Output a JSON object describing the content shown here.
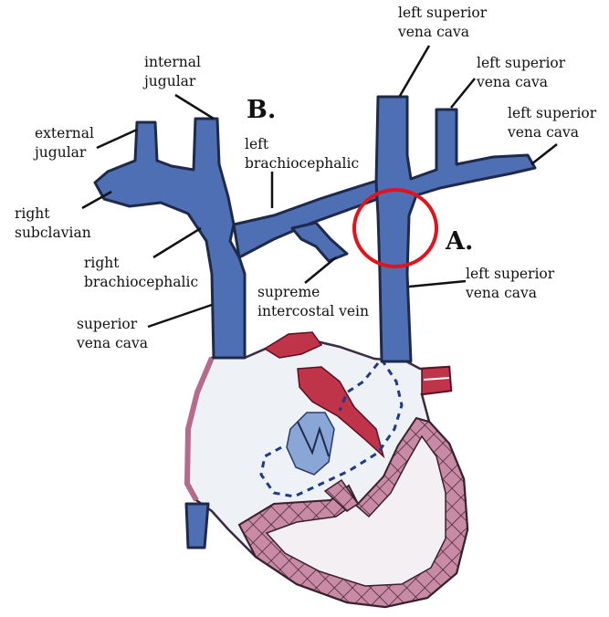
{
  "diagram": {
    "markers": {
      "a": "A.",
      "b": "B."
    },
    "labels": {
      "lsvc_top": [
        "left superior",
        "vena cava"
      ],
      "lsvc_upper_right": [
        "left superior",
        "vena cava"
      ],
      "lsvc_far_right": [
        "left superior",
        "vena cava"
      ],
      "lsvc_lower": [
        "left superior",
        "vena cava"
      ],
      "internal_jugular": [
        "internal",
        "jugular"
      ],
      "external_jugular": [
        "external",
        "jugular"
      ],
      "left_brachiocephalic": [
        "left",
        "brachiocephalic"
      ],
      "right_subclavian": [
        "right",
        "subclavian"
      ],
      "right_brachiocephalic": [
        "right",
        "brachiocephalic"
      ],
      "supreme_intercostal": [
        "supreme",
        "intercostal vein"
      ],
      "superior_vena_cava": [
        "superior",
        "vena cava"
      ]
    },
    "colors": {
      "vein": "#4f6fb5",
      "vein_outline": "#1f2a4a",
      "artery": "#c0344a",
      "myocardium": "#b56b8c",
      "heart_fill": "#eef1f6",
      "highlight_circle": "#e0141c"
    }
  }
}
